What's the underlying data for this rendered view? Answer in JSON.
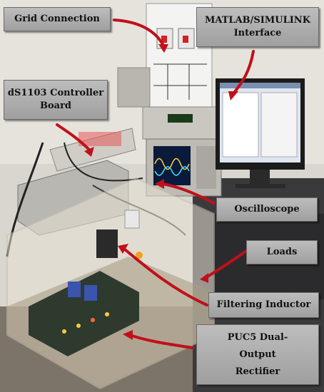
{
  "labels": {
    "grid_connection": "Grid Connection",
    "matlab_line1": "MATLAB/SIMULINK",
    "matlab_line2": "Interface",
    "ds1103_line1": "dS1103 Controller",
    "ds1103_line2": "Board",
    "oscilloscope": "Oscilloscope",
    "loads": "Loads",
    "filtering_inductor": "Filtering Inductor",
    "puc5_line1": "PUC5 Dual-",
    "puc5_line2": "Output",
    "puc5_line3": "Rectifier"
  },
  "colors": {
    "arrow": "#c0101a",
    "label_bg": "#a9a9a9",
    "label_border": "#6a6a6a"
  }
}
